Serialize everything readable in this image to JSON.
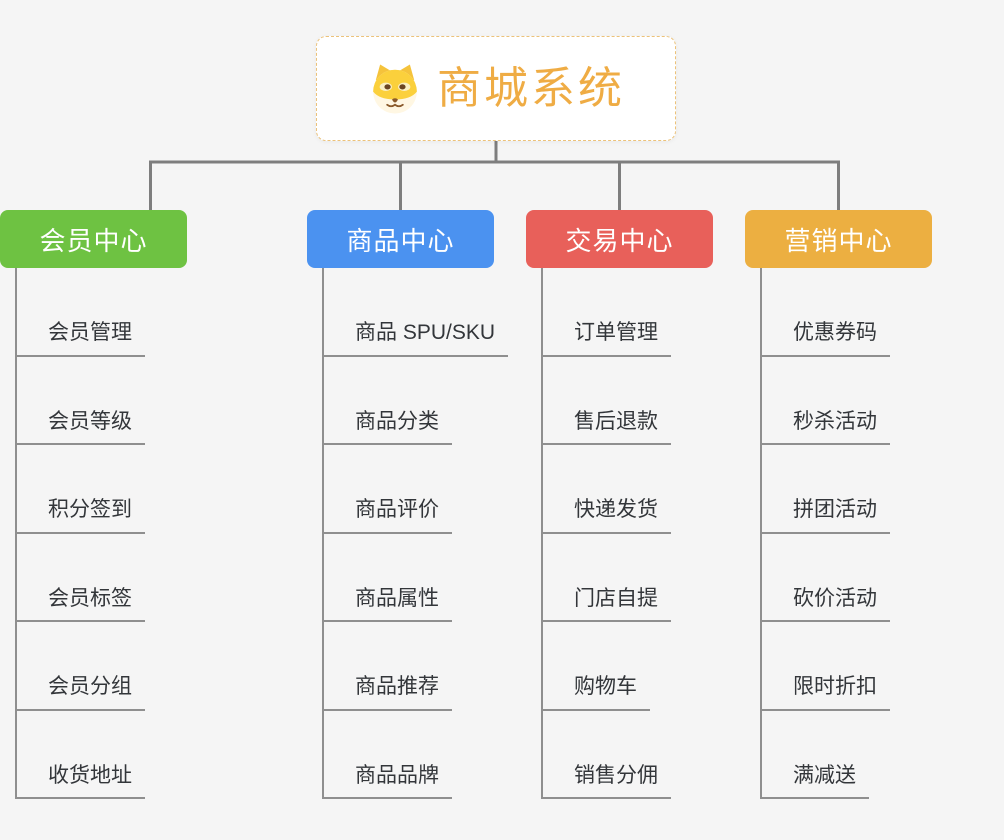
{
  "root": {
    "title": "商城系统",
    "icon": "doge-icon",
    "title_color": "#EFAC44",
    "border_color": "#ECC27A",
    "background": "#FFFFFF"
  },
  "canvas": {
    "background_color": "#F5F5F5",
    "connector_color": "#7E7E7E",
    "leaf_line_color": "#8F8F8F",
    "leaf_text_color": "#33363A"
  },
  "branches": [
    {
      "label": "商品中心",
      "color": "#4B92F0",
      "items": [
        "商品 SPU/SKU",
        "商品分类",
        "商品评价",
        "商品属性",
        "商品推荐",
        "商品品牌"
      ]
    },
    {
      "label": "交易中心",
      "color": "#E8605A",
      "items": [
        "订单管理",
        "售后退款",
        "快递发货",
        "门店自提",
        "购物车",
        "销售分佣"
      ]
    },
    {
      "label": "营销中心",
      "color": "#ECAF41",
      "items": [
        "优惠券码",
        "秒杀活动",
        "拼团活动",
        "砍价活动",
        "限时折扣",
        "满减送"
      ]
    },
    {
      "label": "会员中心",
      "color": "#6EC242",
      "items": [
        "会员管理",
        "会员等级",
        "积分签到",
        "会员标签",
        "会员分组",
        "收货地址"
      ]
    }
  ]
}
